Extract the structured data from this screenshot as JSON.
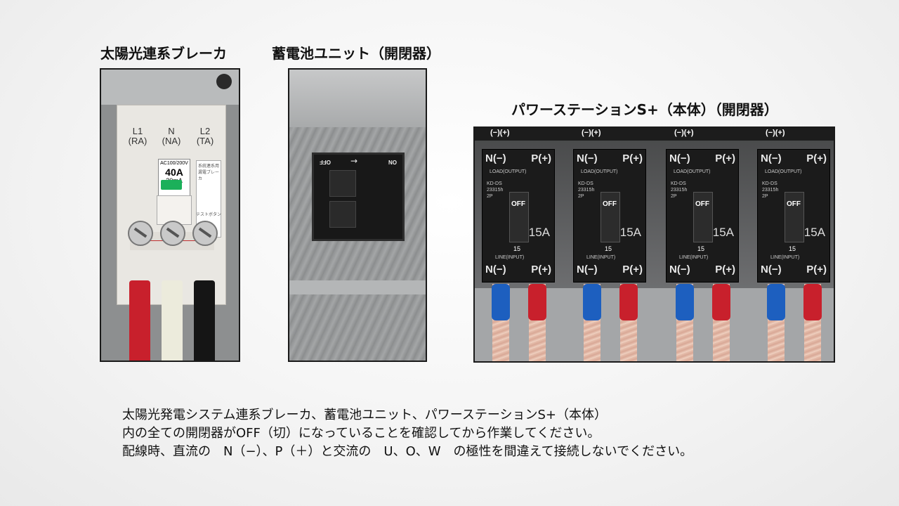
{
  "captions": {
    "pv_breaker": "太陽光連系ブレーカ",
    "battery_unit": "蓄電池ユニット（開閉器）",
    "power_station": "パワーステーションS+（本体）（開閉器）"
  },
  "pv_breaker_photo": {
    "terminals": [
      "L1\n(RA)",
      "N\n(NA)",
      "L2\n(TA)"
    ],
    "rating_top": "AC100/200V",
    "rating_amp": "40A",
    "rating_ma": "30mA",
    "notice": "系統連系用漏電ブレーカ",
    "test_button": "テストボタン"
  },
  "battery_photo": {
    "switch_off": "OFF",
    "switch_on": "ON",
    "arrow": "→"
  },
  "power_station_photo": {
    "polarity_label": "(−)(+)",
    "breaker_top_n": "N(−)",
    "breaker_top_p": "P(+)",
    "load": "LOAD(OUTPUT)",
    "model": "KD-DS 23315h 2P",
    "off": "OFF",
    "amp": "15A",
    "dial": "15",
    "line": "LINE(INPUT)"
  },
  "instructions": [
    "太陽光発電システム連系ブレーカ、蓄電池ユニット、パワーステーションS+（本体）",
    "内の全ての開閉器がOFF（切）になっていることを確認してから作業してください。",
    "配線時、直流の　N（−）、P（＋）と交流の　U、O、W　の極性を間違えて接続しないでください。"
  ],
  "colors": {
    "wire_red": "#c8202c",
    "wire_blue": "#1d5fbf",
    "wire_white": "#ecebdc",
    "wire_black": "#151515",
    "indicator_green": "#1bb05a"
  }
}
